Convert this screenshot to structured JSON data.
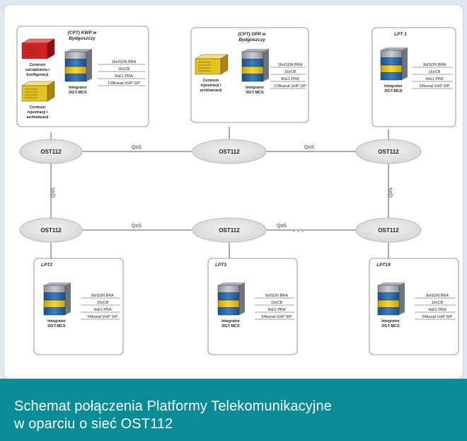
{
  "caption": {
    "line1": "Schemat połączenia Platformy Telekomunikacyjne",
    "line2": "w oparciu o sieć OST112"
  },
  "network": {
    "node_label": "OST112",
    "link_label": "QoS",
    "ellipsis": ". . ."
  },
  "sites": {
    "kwp": {
      "title_line1": "(CPT) KWP w",
      "title_line2": "Bydgoszczy",
      "red_label": [
        "Centrum",
        "zarządzania i",
        "konfiguracji"
      ],
      "yellow_label": [
        "Centrum",
        "rejestracji i",
        "archiwizacji"
      ],
      "rack_label": [
        "Integrator",
        "DGT-MCS"
      ],
      "links": [
        "16xISDN BRA",
        "16xCB",
        "8xE1 PRA",
        "128kanał VoIP SIP"
      ]
    },
    "opp": {
      "title_line1": "(CPT) OPP w",
      "title_line2": "Bydgoszczy",
      "yellow_label": [
        "Centrum",
        "rejestracji i",
        "archiwizacji"
      ],
      "rack_label": [
        "Integrator",
        "DGT-MCS"
      ],
      "links": [
        "16xISDN BRA",
        "16xCB",
        "8xE1 PRA",
        "128kanał VoIP SIP"
      ]
    },
    "lpt1": {
      "title_line1": "LPT 1",
      "rack_label": [
        "Integrator",
        "DGT-MCS"
      ],
      "links": [
        "8xISDN BRA",
        "16xCB",
        "4xE1 PRA",
        "64kanał VoIP SIP"
      ]
    },
    "lpt2": {
      "title_line1": "LPT2",
      "rack_label": [
        "Integrator",
        "DGT-MCS"
      ],
      "links": [
        "8xISDN BRA",
        "16xCB",
        "4xE1 PRA",
        "64kanał VoIP SIP"
      ]
    },
    "lpt3": {
      "title_line1": "LPT3",
      "rack_label": [
        "Integrator",
        "DGT-MCS"
      ],
      "links": [
        "8xISDN BRA",
        "16xCB",
        "4xE1 PRA",
        "64kanał VoIP SIP"
      ]
    },
    "lpt19": {
      "title_line1": "LPT19",
      "rack_label": [
        "Integrator",
        "DGT-MCS"
      ],
      "links": [
        "8xISDN BRA",
        "16xCB",
        "4xE1 PRA",
        "64kanał VoIP SIP"
      ]
    }
  },
  "colors": {
    "caption_bg": "#0a8c96",
    "node_fill": "#e4e4e4",
    "rack_blue": "#1f5f9e",
    "rack_yellow": "#e8c21a",
    "device_red": "#d42020",
    "device_yellow": "#e6c21c"
  }
}
